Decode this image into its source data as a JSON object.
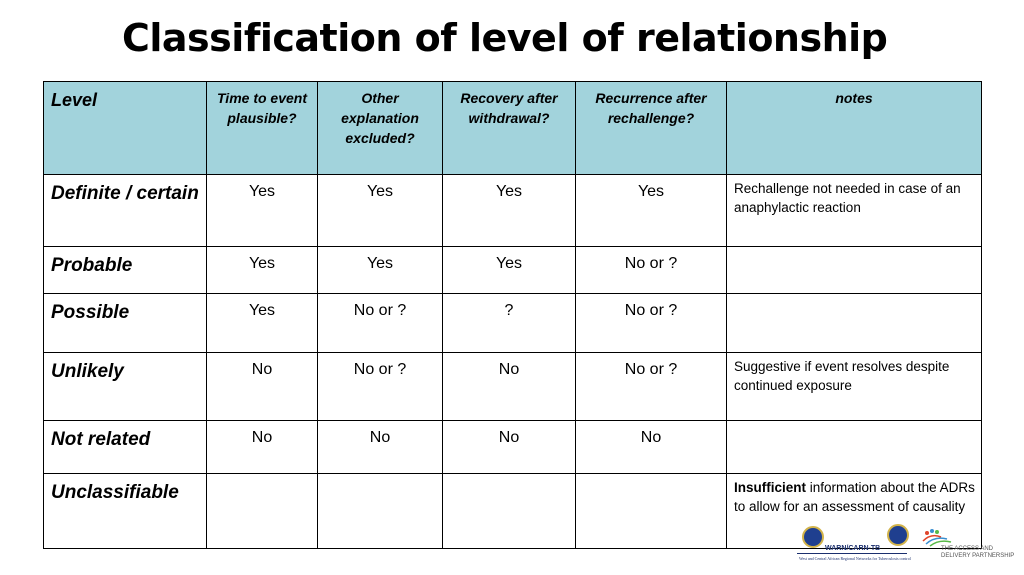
{
  "title": "Classification of level of relationship",
  "table": {
    "headers": [
      "Level",
      "Time to event plausible?",
      "Other explanation excluded?",
      "Recovery after withdrawal?",
      "Recurrence after rechallenge?",
      "notes"
    ],
    "rows": [
      {
        "level": "Definite / certain",
        "time": "Yes",
        "other": "Yes",
        "recovery": "Yes",
        "recurrence": "Yes",
        "note_bold": "",
        "note": "Rechallenge not needed in case of an anaphylactic reaction"
      },
      {
        "level": "Probable",
        "time": "Yes",
        "other": "Yes",
        "recovery": "Yes",
        "recurrence": "No or ?",
        "note_bold": "",
        "note": ""
      },
      {
        "level": "Possible",
        "time": "Yes",
        "other": "No or ?",
        "recovery": "?",
        "recurrence": "No or ?",
        "note_bold": "",
        "note": ""
      },
      {
        "level": "Unlikely",
        "time": "No",
        "other": "No or ?",
        "recovery": "No",
        "recurrence": "No or ?",
        "note_bold": "",
        "note": "Suggestive if event resolves despite continued exposure"
      },
      {
        "level": "Not related",
        "time": "No",
        "other": "No",
        "recovery": "No",
        "recurrence": "No",
        "note_bold": "",
        "note": ""
      },
      {
        "level": "Unclassifiable",
        "time": "",
        "other": "",
        "recovery": "",
        "recurrence": "",
        "note_bold": "Insufficient",
        "note": " information about the ADRs to allow for an assessment of causality"
      }
    ]
  },
  "footer": {
    "carn_label": "WARN/CARN-TB",
    "carn_subtitle": "West and Central African Regional Networks for Tuberculosis control",
    "adp_label": "THE ACCESS AND\nDELIVERY PARTNERSHIP"
  },
  "colors": {
    "header_bg": "#a2d3dc",
    "border": "#000000",
    "logo_blue": "#1f3f8f",
    "logo_gold": "#d2b34a"
  }
}
